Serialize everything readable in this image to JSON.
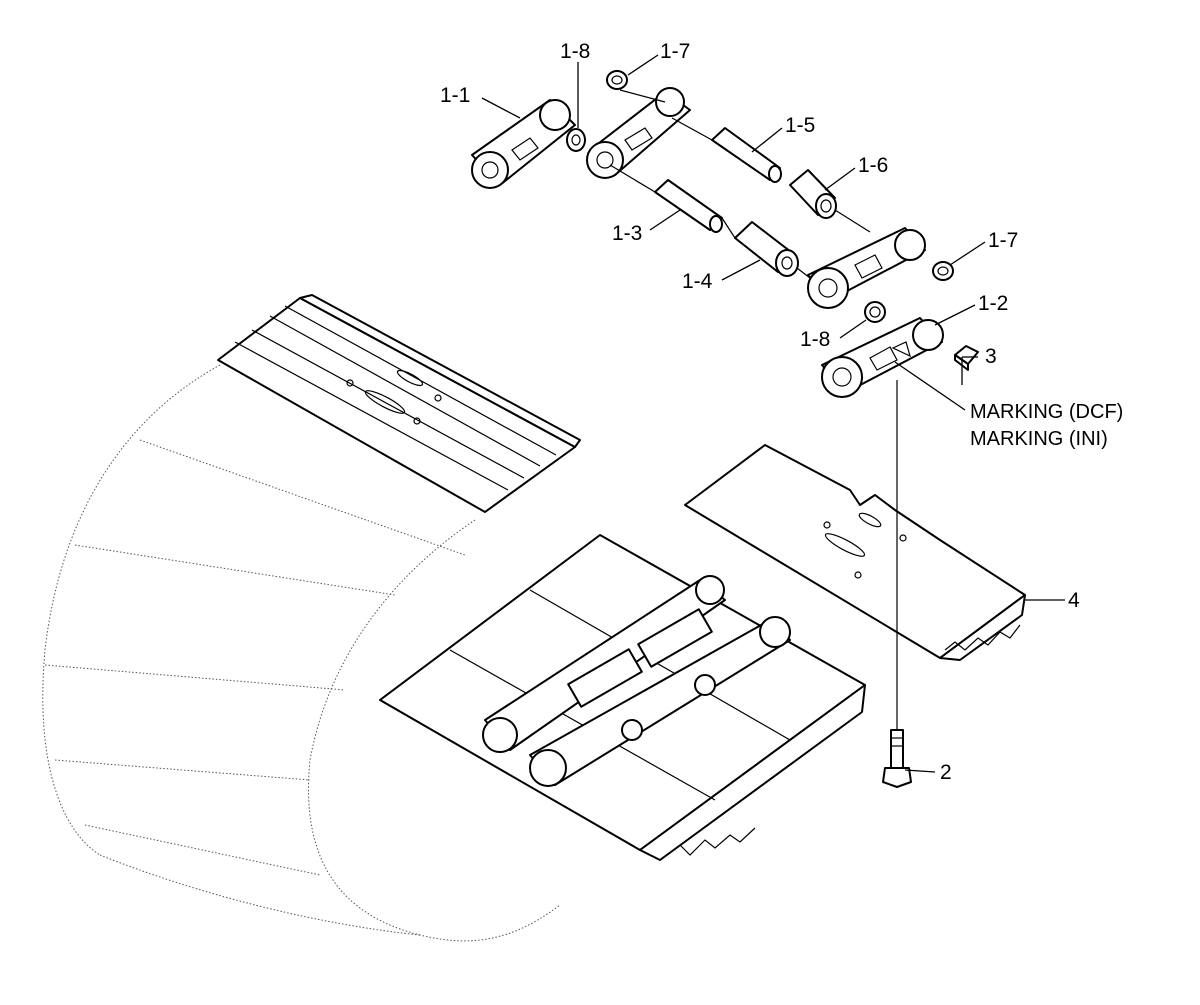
{
  "callouts": [
    {
      "id": "1-1",
      "text": "1-1"
    },
    {
      "id": "1-8a",
      "text": "1-8"
    },
    {
      "id": "1-7a",
      "text": "1-7"
    },
    {
      "id": "1-5",
      "text": "1-5"
    },
    {
      "id": "1-6",
      "text": "1-6"
    },
    {
      "id": "1-3",
      "text": "1-3"
    },
    {
      "id": "1-7b",
      "text": "1-7"
    },
    {
      "id": "1-4",
      "text": "1-4"
    },
    {
      "id": "1-2",
      "text": "1-2"
    },
    {
      "id": "1-8b",
      "text": "1-8"
    },
    {
      "id": "3",
      "text": "3"
    },
    {
      "id": "4",
      "text": "4"
    },
    {
      "id": "2",
      "text": "2"
    }
  ],
  "markings": {
    "dcf": "MARKING (DCF)",
    "ini": "MARKING (INI)"
  }
}
